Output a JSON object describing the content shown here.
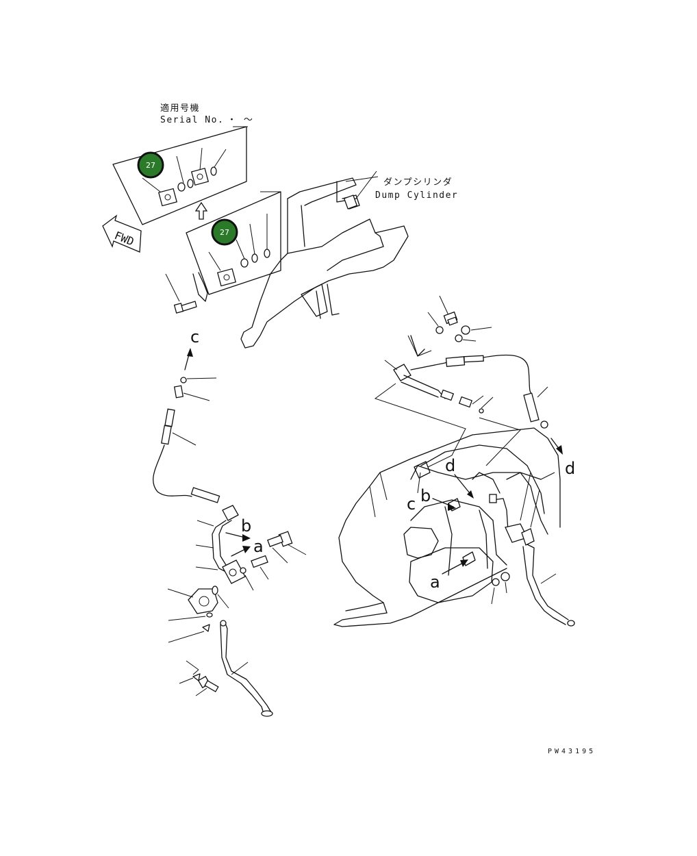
{
  "header": {
    "serial_label_jp": "適用号機",
    "serial_label_en": "Serial No.",
    "serial_range": "・ 〜"
  },
  "callouts": {
    "dump_cylinder_jp": "ダンプシリンダ",
    "dump_cylinder_en": "Dump Cylinder",
    "fwd": "FWD"
  },
  "badges": [
    {
      "label": "27",
      "color": "#2a7a2a"
    },
    {
      "label": "27",
      "color": "#2a7a2a"
    }
  ],
  "connection_letters": {
    "a": "a",
    "b": "b",
    "c": "c",
    "d": "d"
  },
  "drawing_code": "PW43195"
}
